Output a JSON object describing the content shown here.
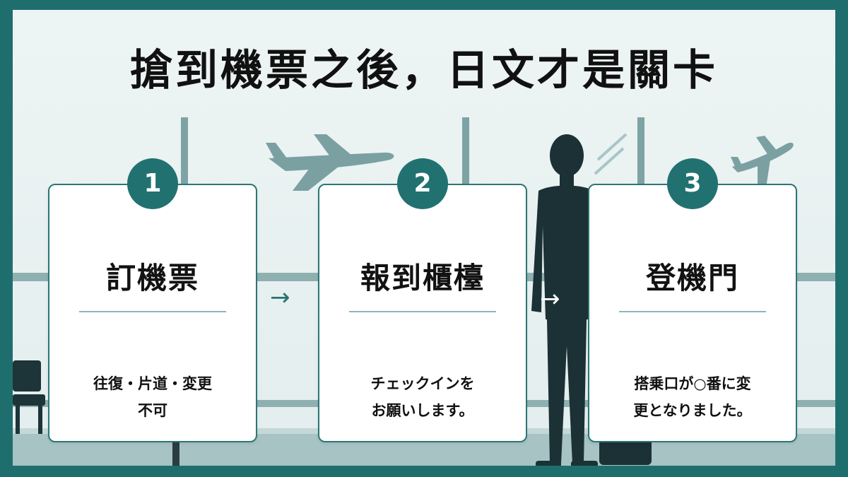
{
  "title": "搶到機票之後，日文才是關卡",
  "steps": [
    {
      "number": "1",
      "title": "訂機票",
      "text_line1": "往復・片道・変更",
      "text_line2": "不可"
    },
    {
      "number": "2",
      "title": "報到櫃檯",
      "text_line1": "チェックインを",
      "text_line2": "お願いします。"
    },
    {
      "number": "3",
      "title": "登機門",
      "text_line1": "搭乗口が○番に変",
      "text_line2": "更となりました。"
    }
  ],
  "arrow_glyph": "→",
  "colors": {
    "frame": "#1f6e6e",
    "accent": "#227171",
    "background": "#e9f1f1",
    "silhouette": "#1c3135"
  },
  "icons": [
    "airplane-icon",
    "person-silhouette",
    "suitcase-icon",
    "arrow-right-icon"
  ]
}
